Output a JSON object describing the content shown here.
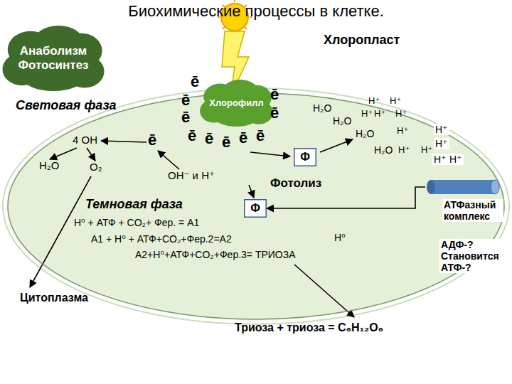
{
  "diagram": {
    "title": "Биохимические процессы в клетке.",
    "nodes": [
      {
        "text": [
          "Хлоропласт"
        ]
      },
      {
        "text": [
          "Анаболизм Фотосинтез"
        ]
      },
      {
        "text": [
          "Хлорофилл"
        ],
        "in": 0
      },
      {
        "text": [
          "Ф"
        ],
        "in": 0
      },
      {
        "text": [
          "Ф"
        ],
        "in": 0
      },
      {
        "text": [
          "АТФазный комплекс"
        ]
      }
    ],
    "edges": [
      {
        "from": 5,
        "to": 4,
        "arrow": "to"
      }
    ],
    "labels": [
      "Световая фаза",
      "ē",
      "ē",
      "ē",
      "ē",
      "ē",
      "ē",
      "ē",
      "ē",
      "ē",
      "ē",
      "ē",
      "4 OH",
      "H₂O",
      "O₂",
      "OH⁻ и H⁺",
      "H₂O",
      "H₂O",
      "H₂O",
      "H₂O",
      "H⁺",
      "H⁺",
      "H⁺",
      "H⁺",
      "H⁺",
      "H⁺",
      "H⁺",
      "H⁺",
      "H⁺",
      "H⁺",
      "H⁺",
      "H⁺",
      "Фотолиз",
      "Темновая фаза",
      "H⁰ + АТФ + CO₂+ Фер. = A1",
      "A1 + H⁰ + АТФ+CO₂+Фер.2=A2",
      "H⁰",
      "A2+H⁰+АТФ+CO₂+Фер.3= ТРИОЗА",
      "Цитоплазма",
      "Триоза + триоза = C₆H₁₂O₆",
      "АДФ-? Становится АТФ-?"
    ]
  }
}
